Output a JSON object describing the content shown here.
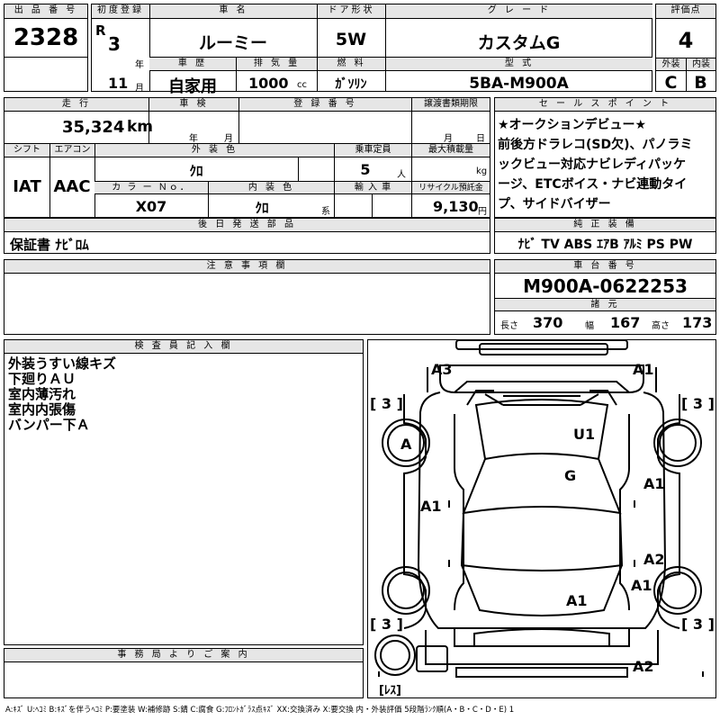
{
  "sheet": {
    "lot_no": {
      "label": "出 品 番 号",
      "value": "2328"
    },
    "first_reg": {
      "label": "初度登録",
      "era": "R",
      "year": "3",
      "year_unit": "年",
      "month": "11",
      "month_unit": "月"
    },
    "car_name": {
      "label": "車 名",
      "value": "ルーミー"
    },
    "door": {
      "label": "ドア形状",
      "value": "5W"
    },
    "grade": {
      "label": "グ レ ー ド",
      "value": "カスタムG"
    },
    "score": {
      "label": "評価点",
      "value": "4"
    },
    "history": {
      "label": "車 歴",
      "value": "自家用"
    },
    "displacement": {
      "label": "排 気 量",
      "value": "1000",
      "unit": "cc"
    },
    "fuel": {
      "label": "燃 料",
      "value": "ｶﾞｿﾘﾝ"
    },
    "model": {
      "label": "型 式",
      "value": "5BA-M900A"
    },
    "ext_grade": {
      "label": "外装",
      "value": "C"
    },
    "int_grade": {
      "label": "内装",
      "value": "B"
    },
    "mileage": {
      "label": "走 行",
      "value": "35,324",
      "unit": "km"
    },
    "inspection": {
      "label": "車 検",
      "year_unit": "年",
      "month_unit": "月"
    },
    "reg_no": {
      "label": "登 録 番 号"
    },
    "transfer": {
      "label": "譲渡書類期限",
      "month_unit": "月",
      "day_unit": "日"
    },
    "shift": {
      "label": "シフト",
      "value": "IAT"
    },
    "aircon": {
      "label": "エアコン",
      "value": "AAC"
    },
    "ext_color": {
      "label": "外 装 色",
      "value": "ｸﾛ"
    },
    "capacity": {
      "label": "乗車定員",
      "value": "5",
      "unit": "人"
    },
    "max_load": {
      "label": "最大積載量",
      "unit": "kg"
    },
    "color_no": {
      "label": "カ ラ ー Ｎｏ．",
      "value": "X07"
    },
    "int_color": {
      "label": "内 装 色",
      "value": "ｸﾛ",
      "unit": "系"
    },
    "import": {
      "label": "輸 入 車"
    },
    "recycle": {
      "label": "リサイクル預託金",
      "value": "9,130",
      "unit": "円"
    },
    "later_parts": {
      "label": "後 日 発 送 部 品",
      "value": "保証書 ﾅﾋﾞﾛﾑ"
    },
    "notes": {
      "label": "注 意 事 項 欄"
    },
    "sales_point": {
      "label": "セ ー ル ス ポ イ ン ト",
      "lines": [
        "★オークションデビュー★",
        "前後方ドラレコ(SD欠)、パノラミ",
        "ックビュー対応ナビレディパッケ",
        "ージ、ETCボイス・ナビ連動タイ",
        "プ、サイドバイザー"
      ]
    },
    "equipment": {
      "label": "純 正 装 備",
      "value": "ﾅﾋﾞ  TV  ABS ｴｱB ｱﾙﾐ PS PW"
    },
    "chassis": {
      "label": "車 台 番 号",
      "value": "M900A-0622253"
    },
    "specs": {
      "label": "諸 元",
      "len_label": "長さ",
      "len": "370",
      "wid_label": "幅",
      "wid": "167",
      "hei_label": "高さ",
      "hei": "173"
    },
    "inspector": {
      "label": "検 査 員 記 入 欄",
      "lines": [
        "外装うすい線キズ",
        "下廻りＡＵ",
        "室内薄汚れ",
        "室内内張傷",
        "バンパー下Ａ"
      ]
    },
    "office": {
      "label": "事 務 局 よ り ご 案 内"
    },
    "legend": "A:ｷｽﾞ U:ﾍｺﾐ B:ｷｽﾞを伴うﾍｺﾐ P:要塗装 W:補修跡 S:錆 C:腐食 G:ﾌﾛﾝﾄｶﾞﾗｽ点ｷｽﾞ XX:交換済み X:要交換 内・外装評価 5段階ﾗﾝｸ順(A・B・C・D・E) 1"
  },
  "diagram": {
    "marks": [
      "A3",
      "A1",
      "U1",
      "A",
      "G",
      "A1",
      "A1",
      "A2",
      "A1",
      "A1",
      "A2"
    ],
    "tire_marks": [
      "[ 3 ]",
      "[ 3 ]",
      "[ 3 ]",
      "[ 3 ]"
    ],
    "spare": "[ﾚｽ]"
  }
}
